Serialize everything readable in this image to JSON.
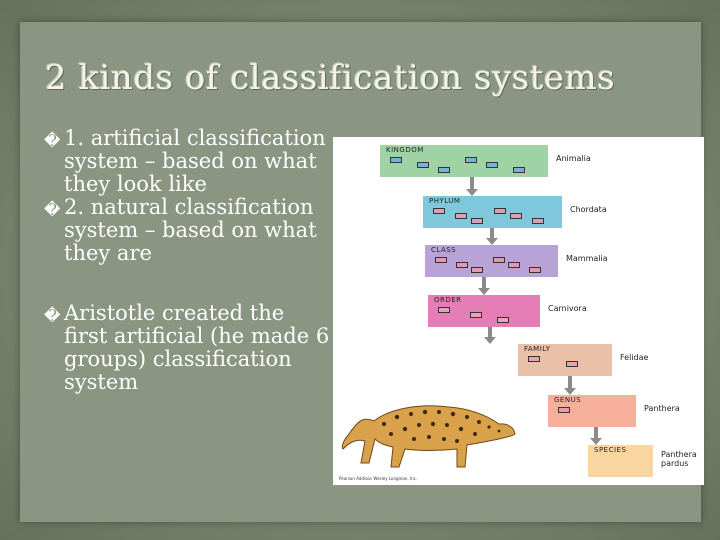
{
  "slide": {
    "title": "2 kinds of classification systems",
    "bullets": [
      {
        "marker": "�",
        "text": "1. artificial classification system – based on what they look like"
      },
      {
        "marker": "�",
        "text": "2. natural classification system – based on what they are"
      },
      {
        "marker": "�",
        "text": "Aristotle created the first artificial (he made 6 groups) classification system"
      }
    ]
  },
  "figure": {
    "levels": [
      {
        "label": "KINGDOM",
        "taxon": "Animalia",
        "color": "#9fd3a6",
        "chip": "#6fb6d8"
      },
      {
        "label": "PHYLUM",
        "taxon": "Chordata",
        "color": "#7fc7da",
        "chip": "#d7a0b6"
      },
      {
        "label": "CLASS",
        "taxon": "Mammalia",
        "color": "#b9a2d6",
        "chip": "#e199b3"
      },
      {
        "label": "ORDER",
        "taxon": "Carnivora",
        "color": "#e57eb7",
        "chip": "#eba0bb"
      },
      {
        "label": "FAMILY",
        "taxon": "Felidae",
        "color": "#eac0a8",
        "chip": "#e8a4a8"
      },
      {
        "label": "GENUS",
        "taxon": "Panthera",
        "color": "#f6b09a",
        "chip": "#ec9aa6"
      },
      {
        "label": "SPECIES",
        "taxon": "Panthera pardus",
        "color": "#f9d6a1",
        "chip": "#f3b59d"
      }
    ],
    "credit": "Pearson Addison Wesley Longman, Inc."
  },
  "colors": {
    "background": "#6f7a63",
    "panel": "#8a9582",
    "title": "#f3f2ea",
    "text": "#ffffff"
  }
}
